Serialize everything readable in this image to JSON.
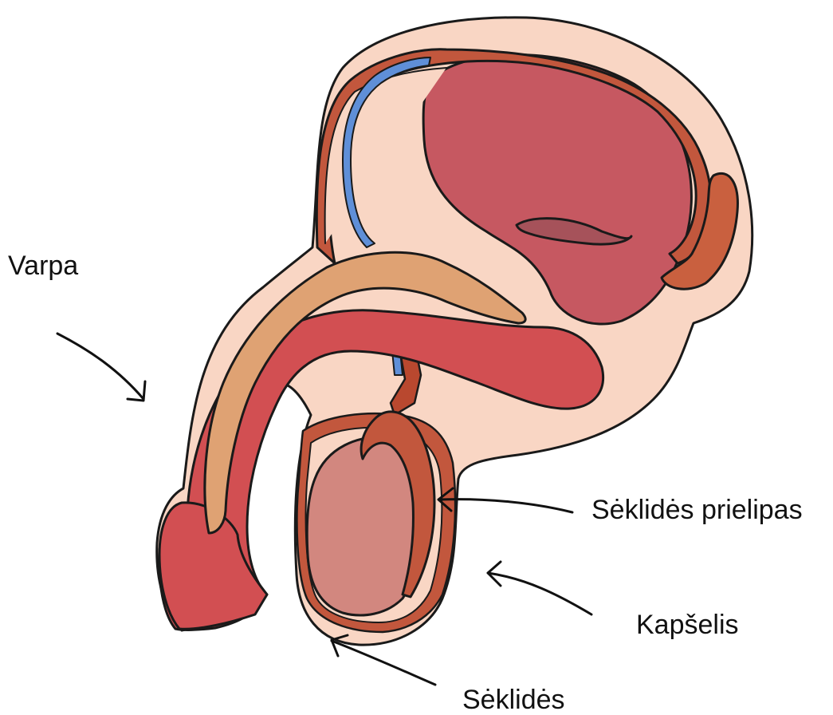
{
  "labels": {
    "penis": "Varpa",
    "epididymis": "Sėklidės prielipas",
    "scrotum": "Kapšelis",
    "testes": "Sėklidės"
  },
  "colors": {
    "skin": "#f9d6c4",
    "bladder": "#c65861",
    "corpus_cavernosum": "#d24f52",
    "corpus_spongiosum": "#dfa273",
    "testis": "#d2877f",
    "epididymis": "#c2573d",
    "vas_deferens": "#b9482f",
    "vein": "#5f8fd8",
    "seminal_vesicle": "#c9603f",
    "outline": "#1a1a1a"
  }
}
